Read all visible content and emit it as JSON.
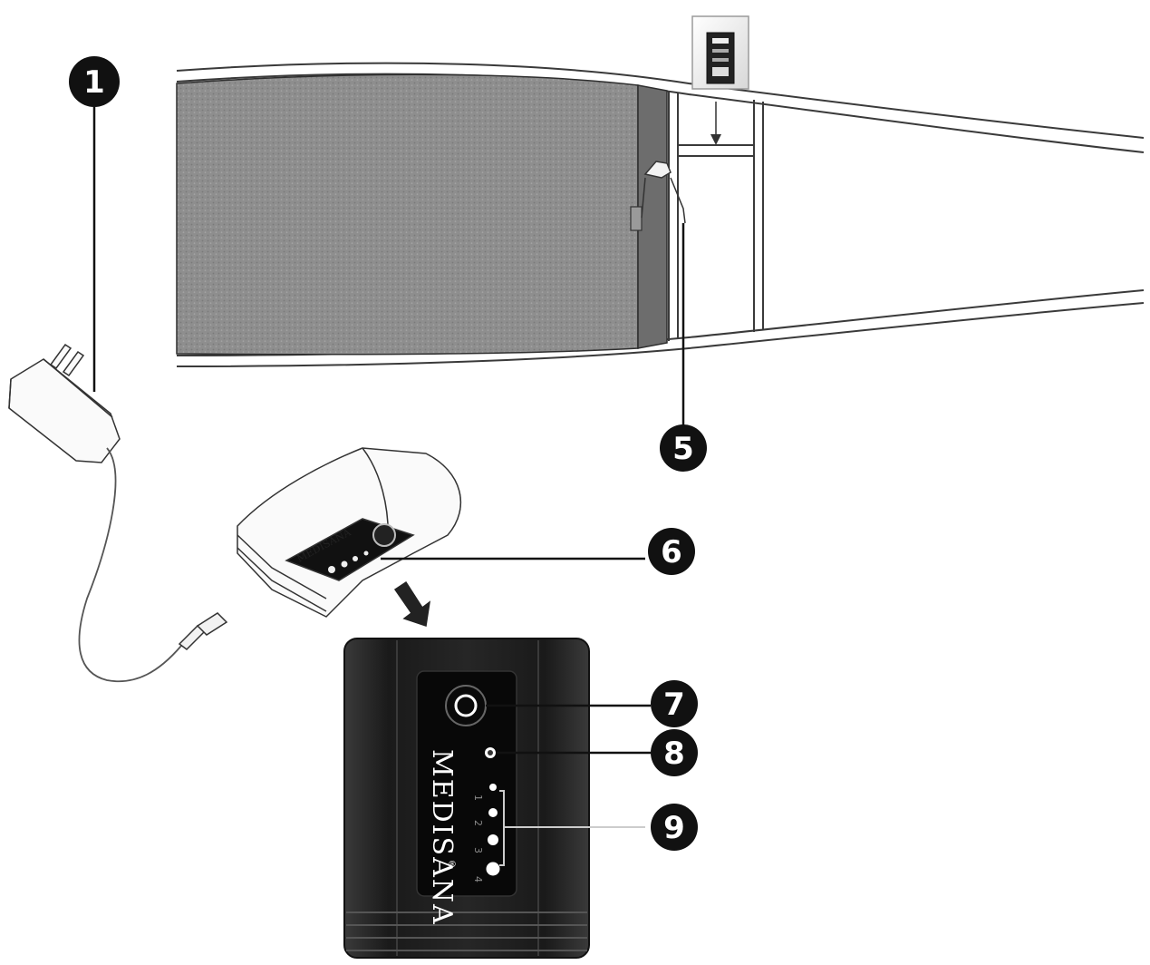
{
  "callouts": {
    "c1": "1",
    "c5": "5",
    "c6": "6",
    "c7": "7",
    "c8": "8",
    "c9": "9"
  },
  "controller": {
    "brand": "MEDISANA",
    "brand_small": "MEDISANA",
    "registered_mark": "®",
    "levels": [
      "1",
      "2",
      "3",
      "4"
    ]
  },
  "colors": {
    "belt_fabric": "#8c8c8c",
    "outline": "#3a3a3a",
    "controller_body": "#1c1c1c",
    "controller_face": "#0a0a0a",
    "callout_fill": "#111111"
  }
}
